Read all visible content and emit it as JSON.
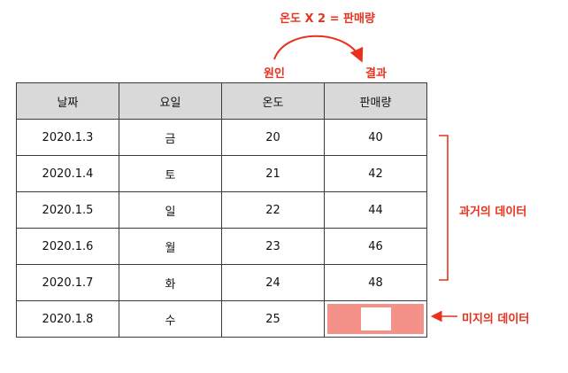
{
  "formula": "온도 X 2 = 판매량",
  "cause_label": "원인",
  "result_label": "결과",
  "table": {
    "headers": [
      "날짜",
      "요일",
      "온도",
      "판매량"
    ],
    "rows": [
      [
        "2020.1.3",
        "금",
        "20",
        "40"
      ],
      [
        "2020.1.4",
        "토",
        "21",
        "42"
      ],
      [
        "2020.1.5",
        "일",
        "22",
        "44"
      ],
      [
        "2020.1.6",
        "월",
        "23",
        "46"
      ],
      [
        "2020.1.7",
        "화",
        "24",
        "48"
      ],
      [
        "2020.1.8",
        "수",
        "25",
        ""
      ]
    ]
  },
  "past_data_label": "과거의 데이터",
  "unknown_data_label": "미지의 데이터",
  "colors": {
    "accent": "#e8321e",
    "header_bg": "#d9d9d9",
    "missing_cell": "#f4928a"
  }
}
